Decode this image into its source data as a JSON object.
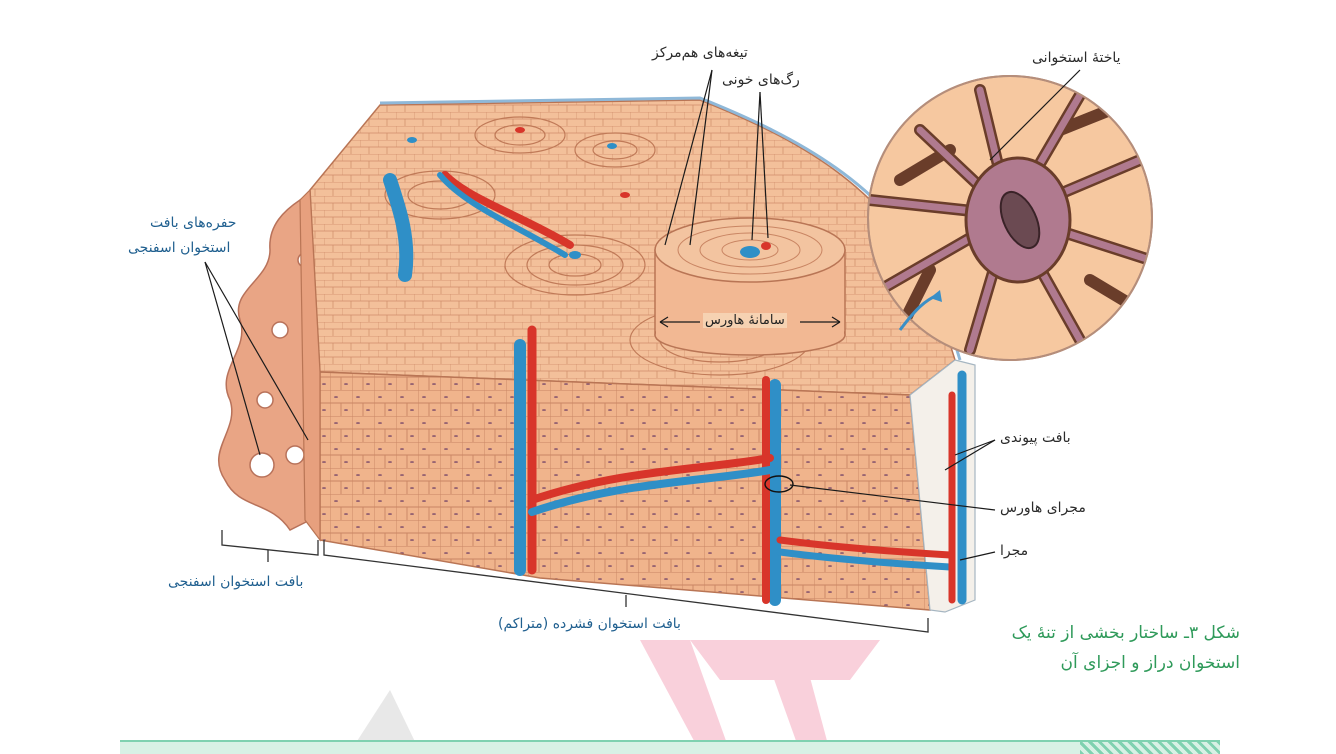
{
  "labels": {
    "concentric_lamellae": "تیغه‌های هم‌مرکز",
    "blood_vessels": "رگ‌های خونی",
    "bone_cell": "یاختهٔ استخوانی",
    "spongy_spaces_line1": "حفره‌های بافت",
    "spongy_spaces_line2": "استخوان اسفنجی",
    "haversian_system": "سامانهٔ هاورس",
    "connective_tissue": "بافت پیوندی",
    "haversian_canal": "مجرای هاورس",
    "canal": "مجرا",
    "spongy_bone": "بافت استخوان اسفنجی",
    "compact_bone": "بافت استخوان فشرده (متراکم)"
  },
  "caption": {
    "line1": "شکل ۳ـ ساختار بخشی از تنهٔ یک",
    "line2": "استخوان دراز و اجزای آن"
  },
  "colors": {
    "bone": "#f0b893",
    "bone_dark": "#c97f5c",
    "artery": "#d8352a",
    "vein": "#2f8fc7",
    "caption": "#2f9a5a",
    "label_blue": "#1f5f8f"
  }
}
